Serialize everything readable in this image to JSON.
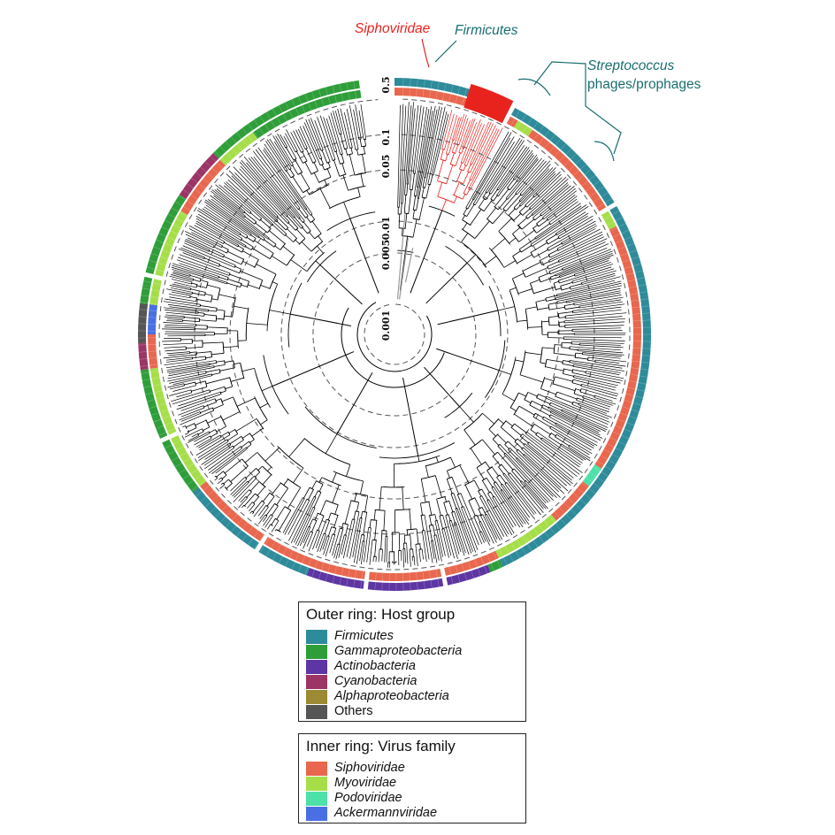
{
  "annotations": {
    "siphoviridae": "Siphoviridae",
    "firmicutes": "Firmicutes",
    "streptococcus_line1": "Streptococcus",
    "streptococcus_line2": "phages/prophages"
  },
  "scale_labels": [
    "0.5",
    "0.1",
    "0.05",
    "0.01",
    "0.005",
    "0.001"
  ],
  "legend_host": {
    "title": "Outer ring: Host group",
    "items": [
      {
        "label": "Firmicutes",
        "color": "#2E8B9A",
        "italic": true
      },
      {
        "label": "Gammaproteobacteria",
        "color": "#2F9E3A",
        "italic": true
      },
      {
        "label": "Actinobacteria",
        "color": "#5E36A3",
        "italic": true
      },
      {
        "label": "Cyanobacteria",
        "color": "#9B3566",
        "italic": true
      },
      {
        "label": "Alphaproteobacteria",
        "color": "#9C8A34",
        "italic": true
      },
      {
        "label": "Others",
        "color": "#555555",
        "italic": false
      }
    ]
  },
  "legend_family": {
    "title": "Inner ring: Virus family",
    "items": [
      {
        "label": "Siphoviridae",
        "color": "#E8674E"
      },
      {
        "label": "Myoviridae",
        "color": "#A6DE4A"
      },
      {
        "label": "Podoviridae",
        "color": "#4DE0A8"
      },
      {
        "label": "Ackermannviridae",
        "color": "#4A6FE3"
      }
    ]
  },
  "colors": {
    "highlight": "#E8231E",
    "annotation_teal": "#1A6E70",
    "branch": "#000000",
    "basal_branch": "#9A9A9A"
  }
}
